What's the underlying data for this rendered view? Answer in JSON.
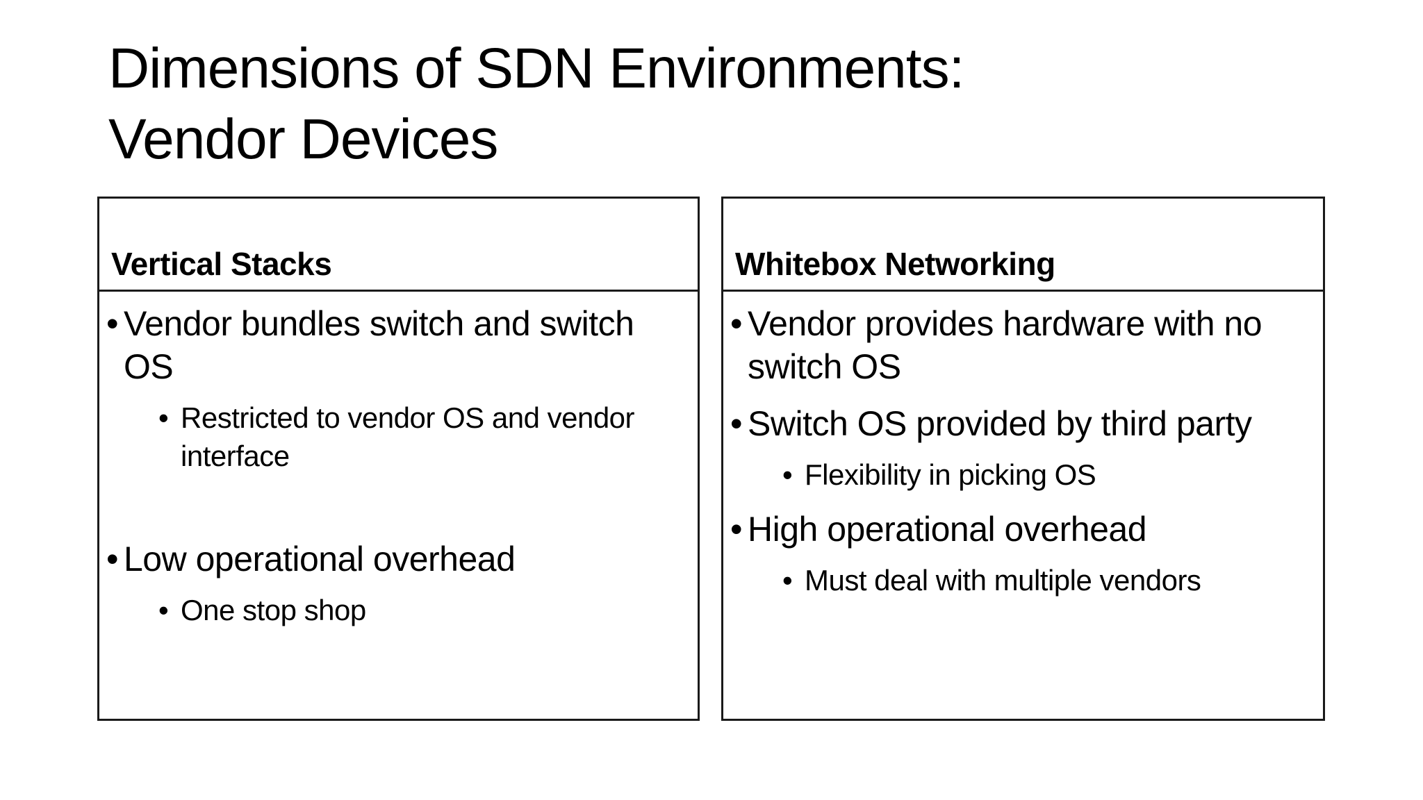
{
  "slide": {
    "title_line1": "Dimensions of SDN Environments:",
    "title_line2": "Vendor Devices"
  },
  "bullet_glyph": "•",
  "colors": {
    "background": "#ffffff",
    "text": "#000000",
    "border": "#1a1a1a"
  },
  "panels": [
    {
      "header": "Vertical Stacks",
      "items": [
        {
          "level": 1,
          "text": "Vendor bundles switch and switch OS"
        },
        {
          "level": 2,
          "text": "Restricted to vendor OS and vendor interface"
        },
        {
          "type": "spacer"
        },
        {
          "level": 1,
          "text": "Low operational overhead"
        },
        {
          "level": 2,
          "text": "One stop shop"
        }
      ]
    },
    {
      "header": "Whitebox Networking",
      "items": [
        {
          "level": 1,
          "text": "Vendor provides hardware with no switch OS"
        },
        {
          "level": 1,
          "text": "Switch OS provided by third party"
        },
        {
          "level": 2,
          "text": "Flexibility in picking OS"
        },
        {
          "level": 1,
          "text": "High operational overhead"
        },
        {
          "level": 2,
          "text": "Must deal with multiple vendors"
        }
      ]
    }
  ]
}
